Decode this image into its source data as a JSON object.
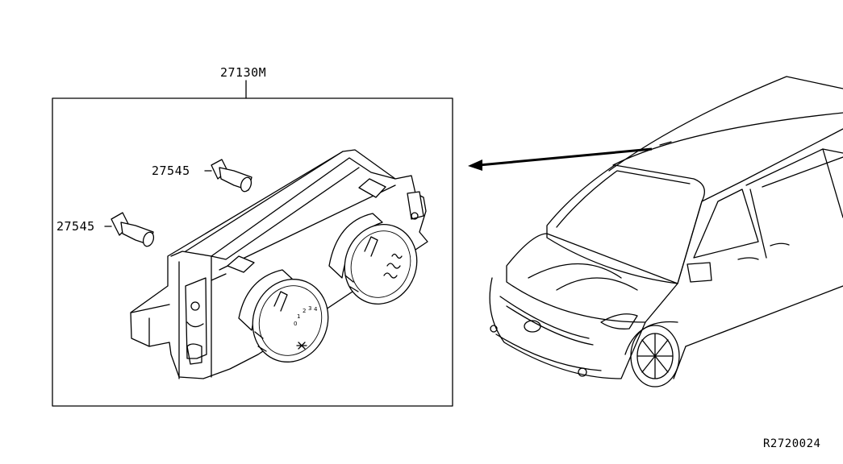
{
  "labels": {
    "assembly_part_no": "27130M",
    "bulb_part_no_upper": "27545",
    "bulb_part_no_lower": "27545",
    "illustration_ref": "R2720024"
  },
  "dial_scale": {
    "positions": [
      "0",
      "1",
      "2",
      "3",
      "4"
    ]
  },
  "icons": {
    "fan": "fan-icon",
    "temperature": "temperature-icon",
    "bulb": "bulb-icon",
    "vehicle": "minivan-illustration"
  }
}
